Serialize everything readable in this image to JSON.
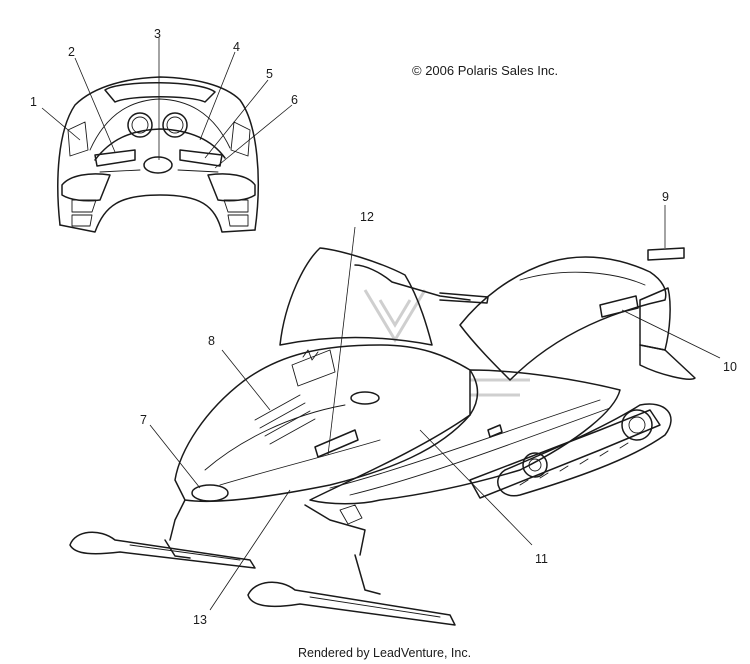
{
  "copyright": "© 2006 Polaris Sales Inc.",
  "footer": "Rendered by LeadVenture, Inc.",
  "callouts": [
    {
      "id": "1",
      "label": "1"
    },
    {
      "id": "2",
      "label": "2"
    },
    {
      "id": "3",
      "label": "3"
    },
    {
      "id": "4",
      "label": "4"
    },
    {
      "id": "5",
      "label": "5"
    },
    {
      "id": "6",
      "label": "6"
    },
    {
      "id": "7",
      "label": "7"
    },
    {
      "id": "8",
      "label": "8"
    },
    {
      "id": "9",
      "label": "9"
    },
    {
      "id": "10",
      "label": "10"
    },
    {
      "id": "11",
      "label": "11"
    },
    {
      "id": "12",
      "label": "12"
    },
    {
      "id": "13",
      "label": "13"
    }
  ],
  "colors": {
    "ink": "#1a1a1a",
    "watermark": "#cfcfcf",
    "background": "#ffffff"
  }
}
